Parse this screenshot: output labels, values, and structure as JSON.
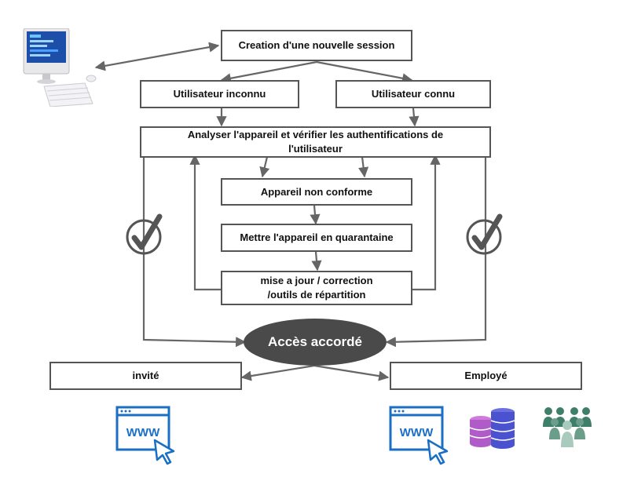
{
  "nodes": {
    "session": "Creation d'une nouvelle session",
    "unknown_user": "Utilisateur inconnu",
    "known_user": "Utilisateur connu",
    "analyze": "Analyser l'appareil et vérifier les authentifications de l'utilisateur",
    "non_compliant": "Appareil non conforme",
    "quarantine": "Mettre l'appareil en quarantaine",
    "update": "mise a jour / correction /outils de répartition",
    "access": "Accès accordé",
    "guest": "invité",
    "employee": "Employé"
  },
  "icons": {
    "computer": "desktop-computer-icon",
    "check_left": "checkmark-icon",
    "check_right": "checkmark-icon",
    "web_guest": "www-browser-icon",
    "web_employee": "www-browser-icon",
    "database": "database-icon",
    "group": "people-group-icon"
  },
  "colors": {
    "border": "#555555",
    "arrow": "#666666",
    "ellipse": "#4a4a4a",
    "web_blue": "#1a6fc4",
    "db_purple": "#b05cc8",
    "group_teal": "#3f7f6a"
  }
}
